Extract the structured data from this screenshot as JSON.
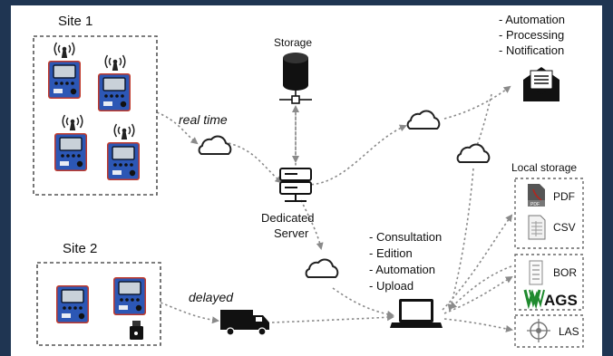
{
  "site1": {
    "title": "Site 1"
  },
  "site2": {
    "title": "Site 2"
  },
  "links": {
    "realtime": "real time",
    "delayed": "delayed"
  },
  "storage": {
    "label": "Storage"
  },
  "server": {
    "line1": "Dedicated",
    "line2": "Server"
  },
  "notifications": {
    "items": [
      "- Automation",
      "- Processing",
      "- Notification"
    ]
  },
  "laptop": {
    "items": [
      "- Consultation",
      "- Edition",
      "- Automation",
      "- Upload"
    ]
  },
  "local_storage": {
    "title": "Local storage",
    "files": {
      "pdf": "PDF",
      "csv": "CSV",
      "bor": "BOR",
      "ags": "AGS",
      "las": "LAS",
      "pdf_icon_tag": "PDF"
    }
  },
  "colors": {
    "device_blue": "#2c57b5",
    "device_red": "#c0392b",
    "frame_navy": "#1f3552",
    "ags_green": "#1f8a2e",
    "pdf_red": "#b3261e"
  },
  "icons": [
    "antenna-icon",
    "data-logger-icon",
    "cloud-icon",
    "database-icon",
    "server-icon",
    "envelope-icon",
    "truck-icon",
    "usb-icon",
    "laptop-icon",
    "pdf-file-icon",
    "csv-file-icon",
    "log-file-icon",
    "ags-logo",
    "las-crosshair-icon"
  ]
}
